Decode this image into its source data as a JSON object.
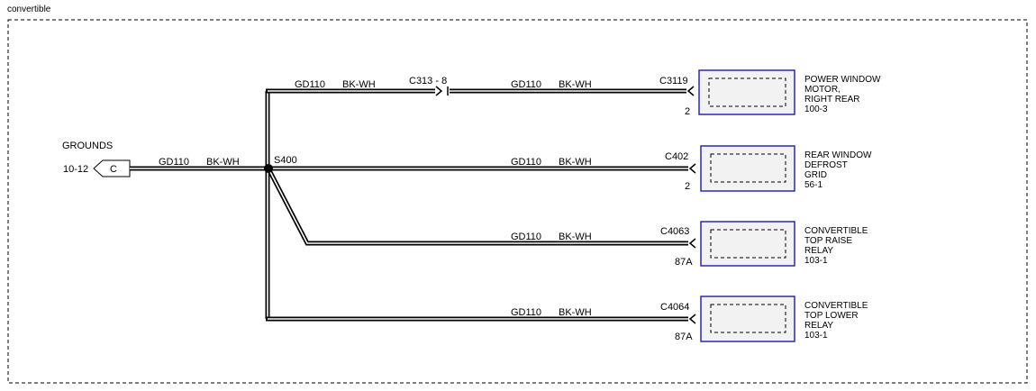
{
  "frame": {
    "label": "convertible"
  },
  "ground": {
    "title": "GROUNDS",
    "page_ref": "10-12",
    "connector": "C"
  },
  "splice": {
    "id": "S400"
  },
  "left_wire": {
    "circuit": "GD110",
    "color": "BK-WH"
  },
  "inline_connector": {
    "id": "C313",
    "pin": "8",
    "label": "C313 - 8"
  },
  "branches": [
    {
      "wire_left": {
        "circuit": "GD110",
        "color": "BK-WH"
      },
      "wire": {
        "circuit": "GD110",
        "color": "BK-WH"
      },
      "connector": "C3119",
      "pin": "2",
      "component": {
        "lines": [
          "POWER WINDOW",
          "MOTOR,",
          "RIGHT REAR"
        ],
        "ref": "100-3"
      }
    },
    {
      "wire": {
        "circuit": "GD110",
        "color": "BK-WH"
      },
      "connector": "C402",
      "pin": "2",
      "component": {
        "lines": [
          "REAR WINDOW",
          "DEFROST",
          "GRID"
        ],
        "ref": "56-1"
      }
    },
    {
      "wire": {
        "circuit": "GD110",
        "color": "BK-WH"
      },
      "connector": "C4063",
      "pin": "87A",
      "component": {
        "lines": [
          "CONVERTIBLE",
          "TOP RAISE",
          "RELAY"
        ],
        "ref": "103-1"
      }
    },
    {
      "wire": {
        "circuit": "GD110",
        "color": "BK-WH"
      },
      "connector": "C4064",
      "pin": "87A",
      "component": {
        "lines": [
          "CONVERTIBLE",
          "TOP LOWER",
          "RELAY"
        ],
        "ref": "103-1"
      }
    }
  ],
  "colors": {
    "component_border": "#2a2ab0",
    "component_fill": "#f2f2f2",
    "wire": "#000000"
  }
}
